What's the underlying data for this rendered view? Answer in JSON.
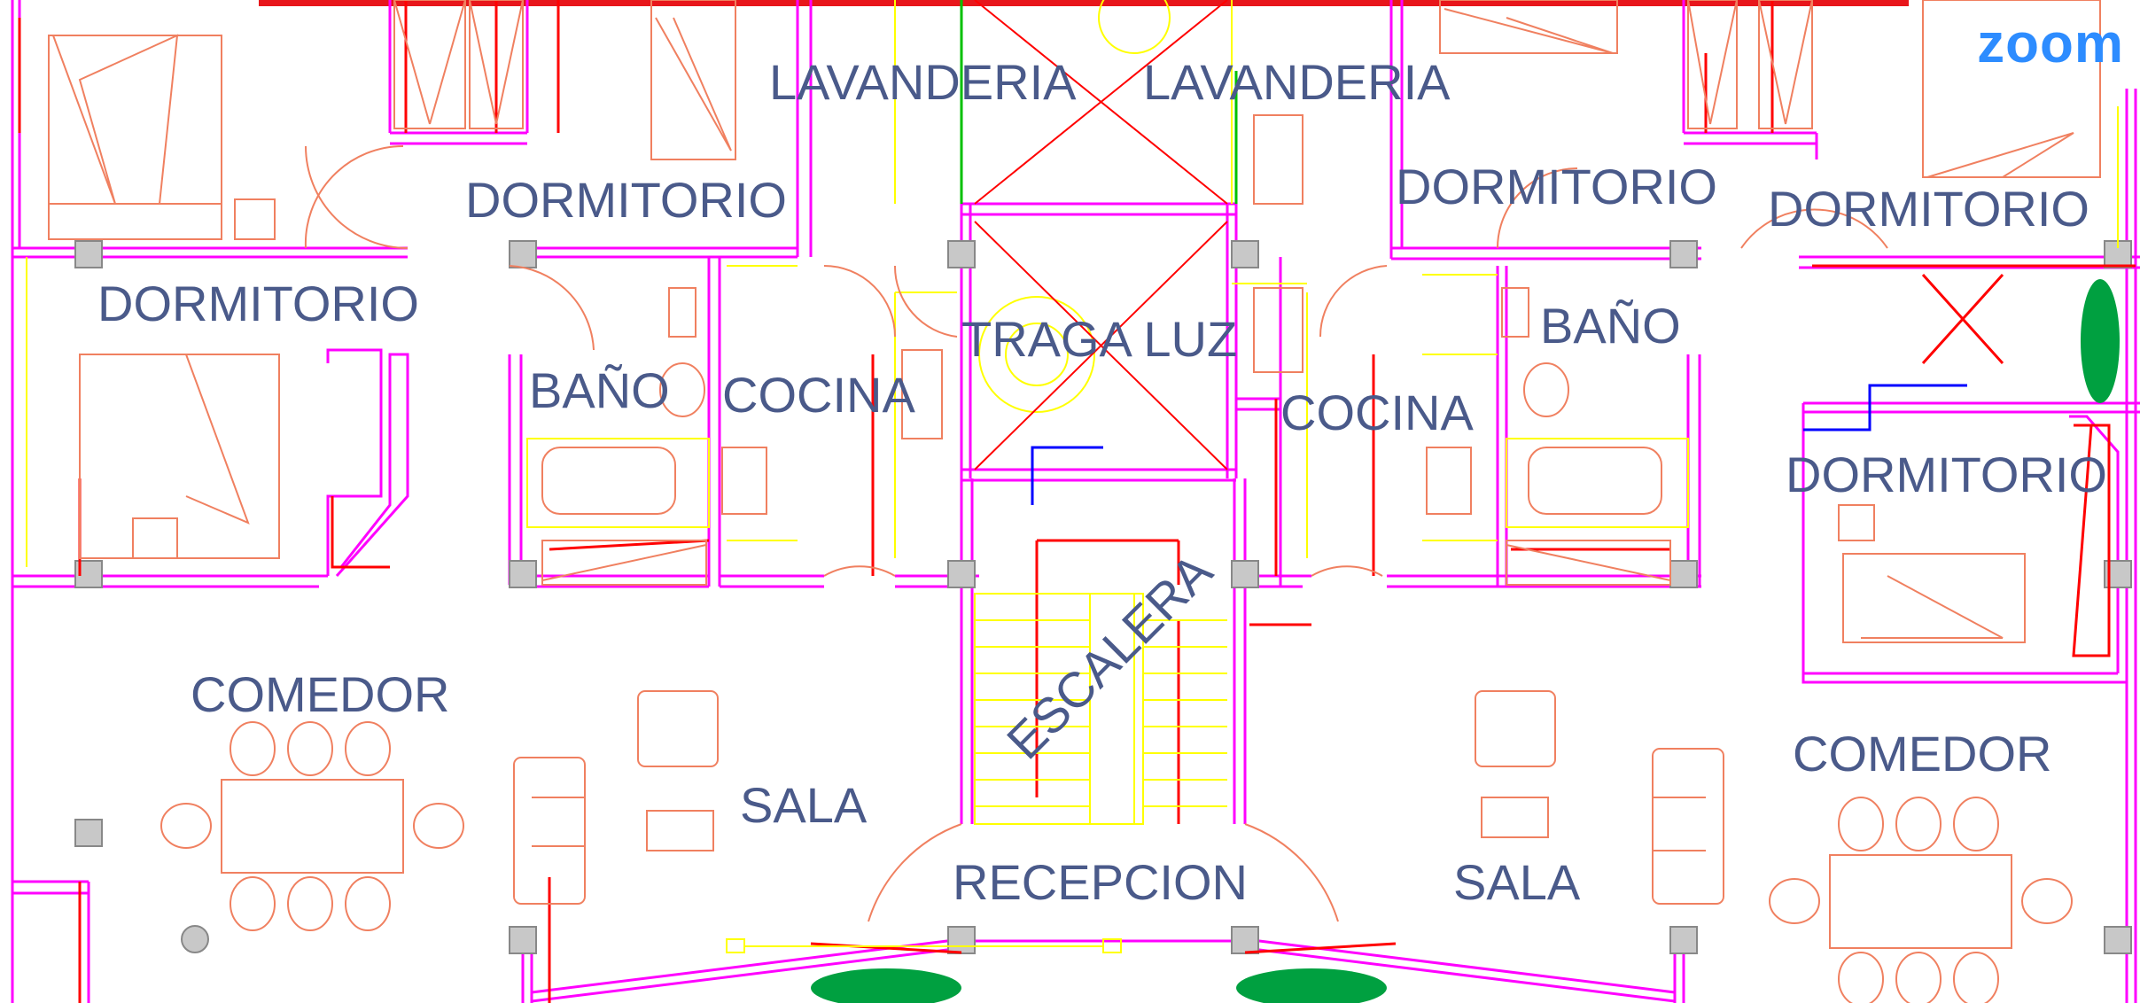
{
  "overlay": {
    "logo_text": "zoom",
    "logo_color": "#2d8cff",
    "share_bar_color": "#e8161b"
  },
  "colors": {
    "wall": "#ff00ff",
    "furniture": "#f08060",
    "fixtures": "#ffff00",
    "red_lines": "#ff0000",
    "label": "#4a5a8a",
    "plants": "#00a040",
    "green_line": "#00c000",
    "blue_line": "#0000ff"
  },
  "labels": {
    "lavanderia_left": "LAVANDERIA",
    "lavanderia_right": "LAVANDERIA",
    "dormitorio_1": "DORMITORIO",
    "dormitorio_2": "DORMITORIO",
    "dormitorio_3": "DORMITORIO",
    "dormitorio_4": "DORMITORIO",
    "dormitorio_5": "DORMITORIO",
    "bano_left": "BAÑO",
    "bano_right": "BAÑO",
    "cocina_left": "COCINA",
    "cocina_right": "COCINA",
    "traga_luz": "TRAGA LUZ",
    "escalera": "ESCALERA",
    "comedor_left": "COMEDOR",
    "comedor_right": "COMEDOR",
    "sala_left": "SALA",
    "sala_right": "SALA",
    "recepcion": "RECEPCION"
  }
}
